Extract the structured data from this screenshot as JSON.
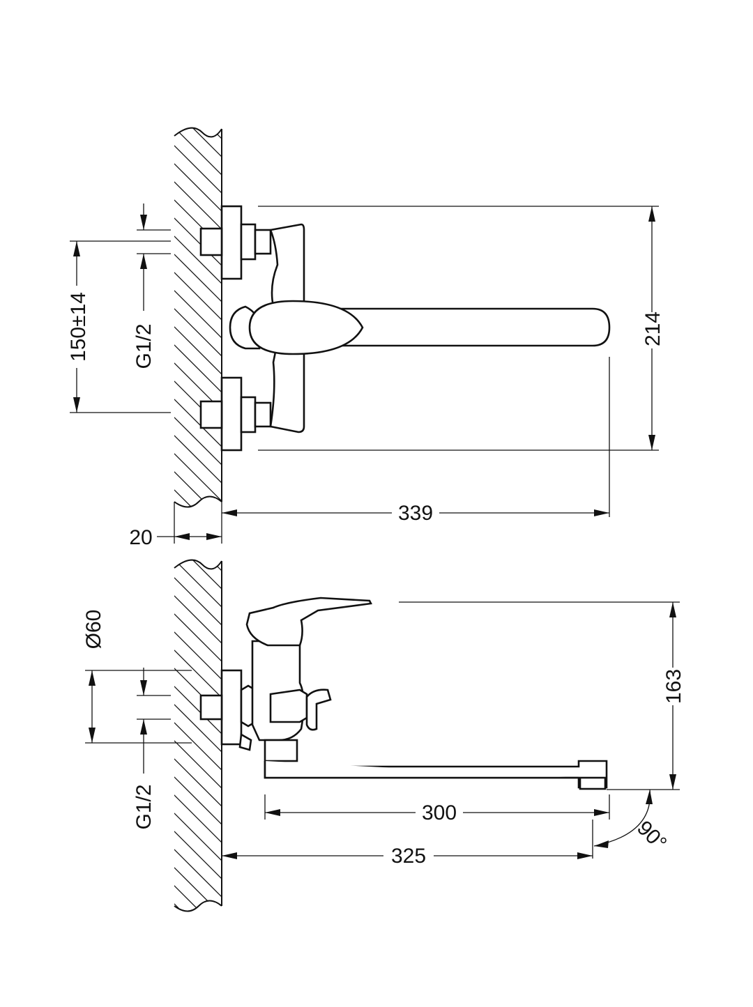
{
  "top_view": {
    "dim_height": "214",
    "dim_length": "339",
    "dim_wall": "20",
    "dim_inlet_spacing": "150±14",
    "dim_thread": "G1/2"
  },
  "side_view": {
    "dim_height": "163",
    "dim_spout": "300",
    "dim_reach": "325",
    "dim_rosette": "Ø60",
    "dim_thread": "G1/2",
    "dim_angle": "90°"
  },
  "colors": {
    "ink": "#111111",
    "paper": "#ffffff"
  }
}
